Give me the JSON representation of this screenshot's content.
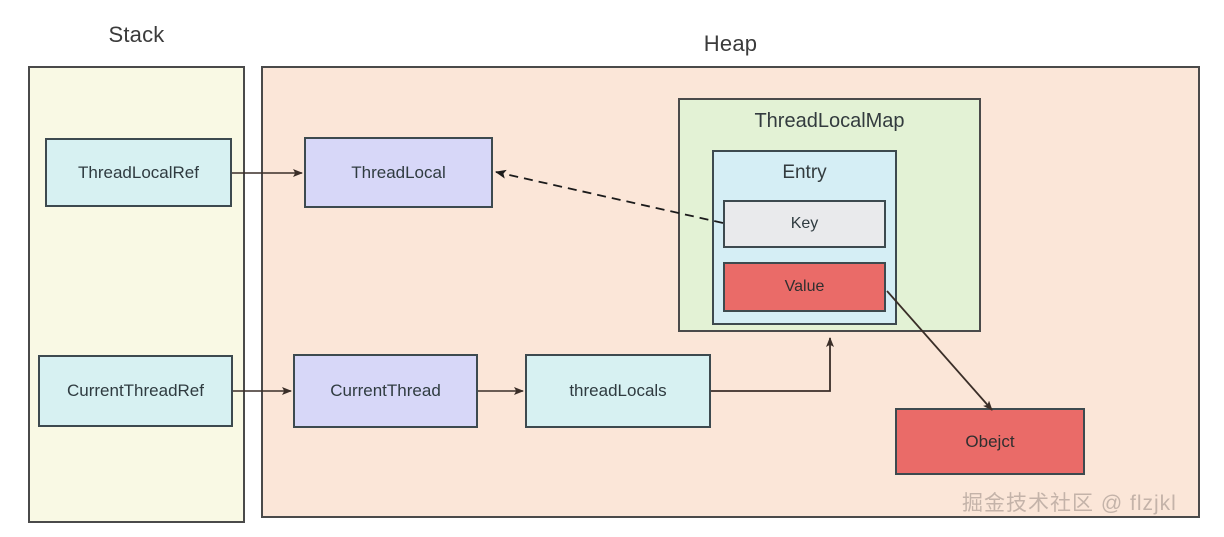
{
  "diagram": {
    "title_stack": "Stack",
    "title_heap": "Heap",
    "watermark": "掘金技术社区 @ flzjkl",
    "colors": {
      "stack_fill": "#f9f9e4",
      "heap_fill": "#fbe6d8",
      "cyan_fill": "#d7f1f2",
      "purple_fill": "#d7d7f8",
      "green_fill": "#e3f2d5",
      "entry_fill": "#d5eef5",
      "key_fill": "#e9eaec",
      "red_fill": "#ea6b68",
      "border": "#3d4a4f",
      "container_border": "#4a4a4a",
      "edge": "#3a2e28"
    },
    "regions": [
      {
        "id": "stack",
        "label": "Stack"
      },
      {
        "id": "heap",
        "label": "Heap"
      }
    ],
    "nodes": [
      {
        "id": "threadlocalref",
        "label": "ThreadLocalRef"
      },
      {
        "id": "threadlocal",
        "label": "ThreadLocal"
      },
      {
        "id": "threadlocalmap",
        "label": "ThreadLocalMap"
      },
      {
        "id": "entry",
        "label": "Entry"
      },
      {
        "id": "key",
        "label": "Key"
      },
      {
        "id": "value",
        "label": "Value"
      },
      {
        "id": "currentthreadref",
        "label": "CurrentThreadRef"
      },
      {
        "id": "currentthread",
        "label": "CurrentThread"
      },
      {
        "id": "threadlocals",
        "label": "threadLocals"
      },
      {
        "id": "object",
        "label": "Obejct"
      }
    ],
    "edges": [
      {
        "from": "threadlocalref",
        "to": "threadlocal",
        "style": "solid"
      },
      {
        "from": "key",
        "to": "threadlocal",
        "style": "dashed"
      },
      {
        "from": "currentthreadref",
        "to": "currentthread",
        "style": "solid"
      },
      {
        "from": "currentthread",
        "to": "threadlocals",
        "style": "solid"
      },
      {
        "from": "threadlocals",
        "to": "threadlocalmap",
        "style": "solid"
      },
      {
        "from": "value",
        "to": "object",
        "style": "solid"
      }
    ]
  }
}
